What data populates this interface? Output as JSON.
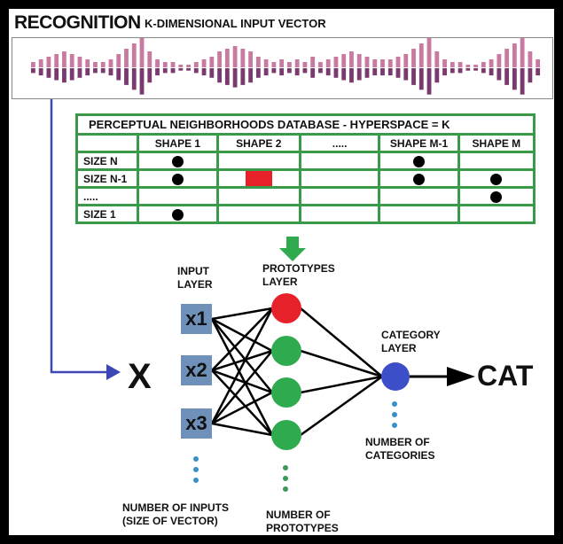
{
  "header": {
    "title": "RECOGNITION",
    "subtitle": "K-DIMENSIONAL INPUT VECTOR"
  },
  "input_vector": {
    "bar_color_top": "#c97aa0",
    "bar_color_bottom": "#7a3a70",
    "values": [
      2,
      3,
      4,
      5,
      6,
      5,
      4,
      3,
      2,
      2,
      3,
      5,
      7,
      9,
      11,
      6,
      3,
      2,
      2,
      1,
      1,
      2,
      3,
      4,
      6,
      7,
      8,
      7,
      6,
      4,
      3,
      2,
      3,
      2,
      3,
      2,
      4,
      2,
      3,
      4,
      5,
      6,
      5,
      4,
      3,
      3,
      3,
      4,
      5,
      7,
      9,
      11,
      6,
      3,
      2,
      2,
      1,
      1,
      2,
      3,
      5,
      7,
      9,
      11,
      6,
      3
    ]
  },
  "database": {
    "title": "PERCEPTUAL NEIGHBORHOODS DATABASE - HYPERSPACE  = K",
    "columns": [
      "",
      "SHAPE 1",
      "SHAPE 2",
      ".....",
      "SHAPE M-1",
      "SHAPE M"
    ],
    "rows": [
      {
        "label": "SIZE N",
        "cells": [
          "dot",
          "",
          "",
          "dot",
          ""
        ]
      },
      {
        "label": "SIZE N-1",
        "cells": [
          "dot",
          "rect",
          "",
          "dot",
          "dot"
        ]
      },
      {
        "label": ".....",
        "cells": [
          "",
          "",
          "",
          "",
          "dot"
        ]
      },
      {
        "label": "SIZE 1",
        "cells": [
          "dot",
          "",
          "",
          "",
          ""
        ]
      }
    ],
    "border_color": "#3a9a4a"
  },
  "network": {
    "input_vector_label": "X",
    "input_layer_label": [
      "INPUT",
      "LAYER"
    ],
    "inputs": [
      "x1",
      "x2",
      "x3"
    ],
    "prototypes_layer_label": [
      "PROTOTYPES",
      "LAYER"
    ],
    "prototypes": [
      {
        "color": "#e62129"
      },
      {
        "color": "#2faa4e"
      },
      {
        "color": "#2faa4e"
      },
      {
        "color": "#2faa4e"
      }
    ],
    "category_layer_label": [
      "CATEGORY",
      "LAYER"
    ],
    "category_color": "#3c4fc9",
    "output_label": "CAT",
    "num_inputs_label": [
      "NUMBER OF INPUTS",
      "(SIZE OF VECTOR)"
    ],
    "num_prototypes_label": [
      "NUMBER OF",
      "PROTOTYPES"
    ],
    "num_categories_label": [
      "NUMBER OF",
      "CATEGORIES"
    ],
    "input_box_color": "#6e90b9",
    "connector_color": "#3c47b5",
    "db_arrow_color": "#2faa4e"
  }
}
